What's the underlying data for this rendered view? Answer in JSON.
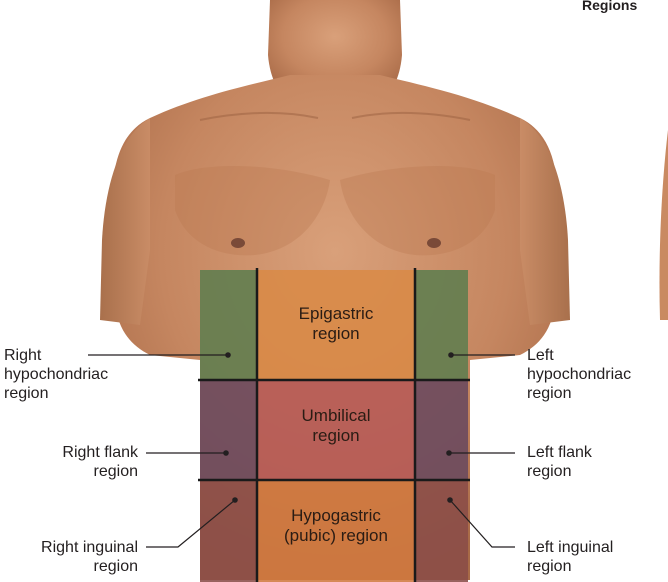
{
  "header": {
    "title": "Regions"
  },
  "regions": {
    "epigastric": "Epigastric\nregion",
    "umbilical": "Umbilical\nregion",
    "hypogastric": "Hypogastric\n(pubic) region"
  },
  "labels": {
    "right_hypochondriac": "Right\nhypochondriac\nregion",
    "left_hypochondriac": "Left\nhypochondriac\nregion",
    "right_flank": "Right flank\nregion",
    "left_flank": "Left flank\nregion",
    "right_inguinal": "Right inguinal\nregion",
    "left_inguinal": "Left inguinal\nregion"
  },
  "colors": {
    "hypochondriac": "#5f7d4e",
    "epigastric": "#d98a45",
    "flank": "#6b4a5e",
    "umbilical": "#b65a57",
    "inguinal": "#8a4c48",
    "hypogastric": "#d0793f",
    "skin": "#c98a62",
    "grid_line": "#1a1a1a"
  }
}
